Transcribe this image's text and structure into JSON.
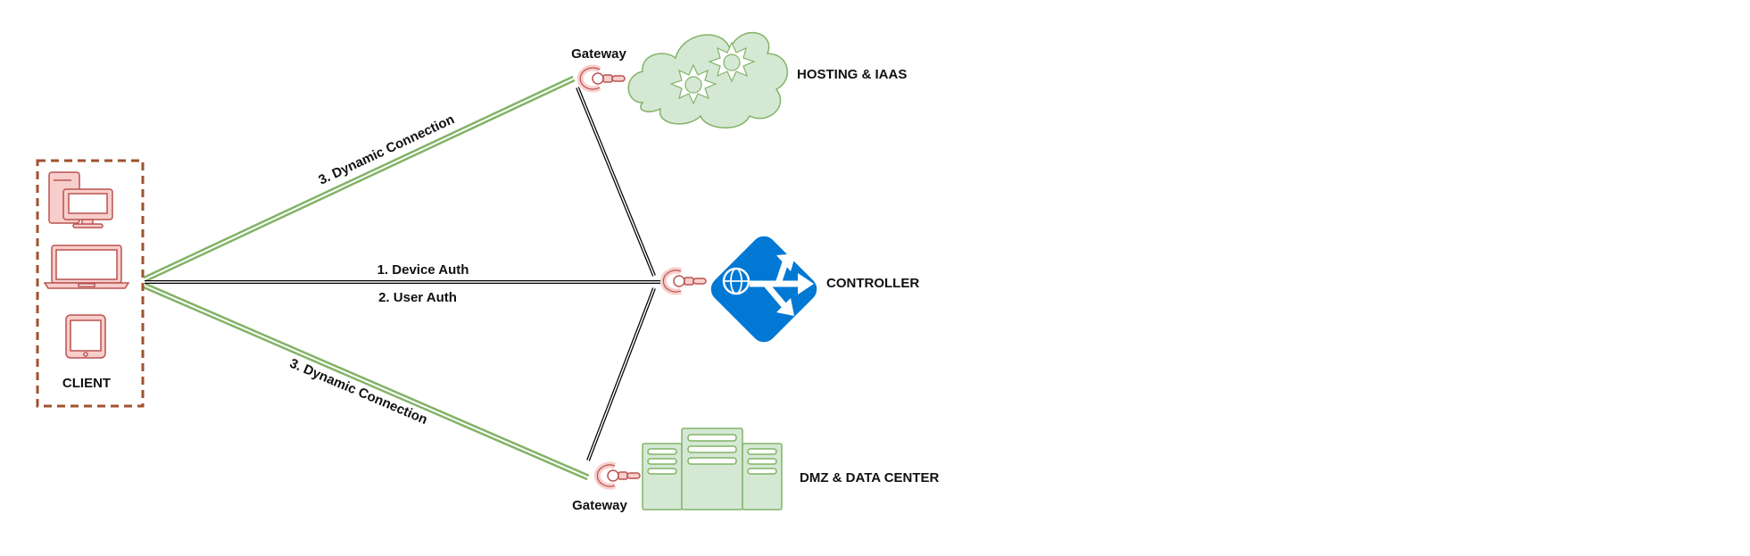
{
  "nodes": {
    "client": {
      "label": "CLIENT"
    },
    "hosting": {
      "label": "HOSTING & IAAS"
    },
    "controller": {
      "label": "CONTROLLER"
    },
    "datacenter": {
      "label": "DMZ & DATA CENTER"
    },
    "gateway_top": {
      "label": "Gateway"
    },
    "gateway_bottom": {
      "label": "Gateway"
    }
  },
  "edges": {
    "dynamic_top": {
      "label": "3. Dynamic Connection"
    },
    "device_auth": {
      "label": "1. Device Auth"
    },
    "user_auth": {
      "label": "2. User Auth"
    },
    "dynamic_bottom": {
      "label": "3. Dynamic Connection"
    }
  },
  "colors": {
    "client_border": "#A0522D",
    "device_fill": "#F8CECC",
    "device_stroke": "#B85450",
    "green_fill": "#D5E8D4",
    "green_stroke": "#82B366",
    "controller_blue": "#0078D4"
  }
}
